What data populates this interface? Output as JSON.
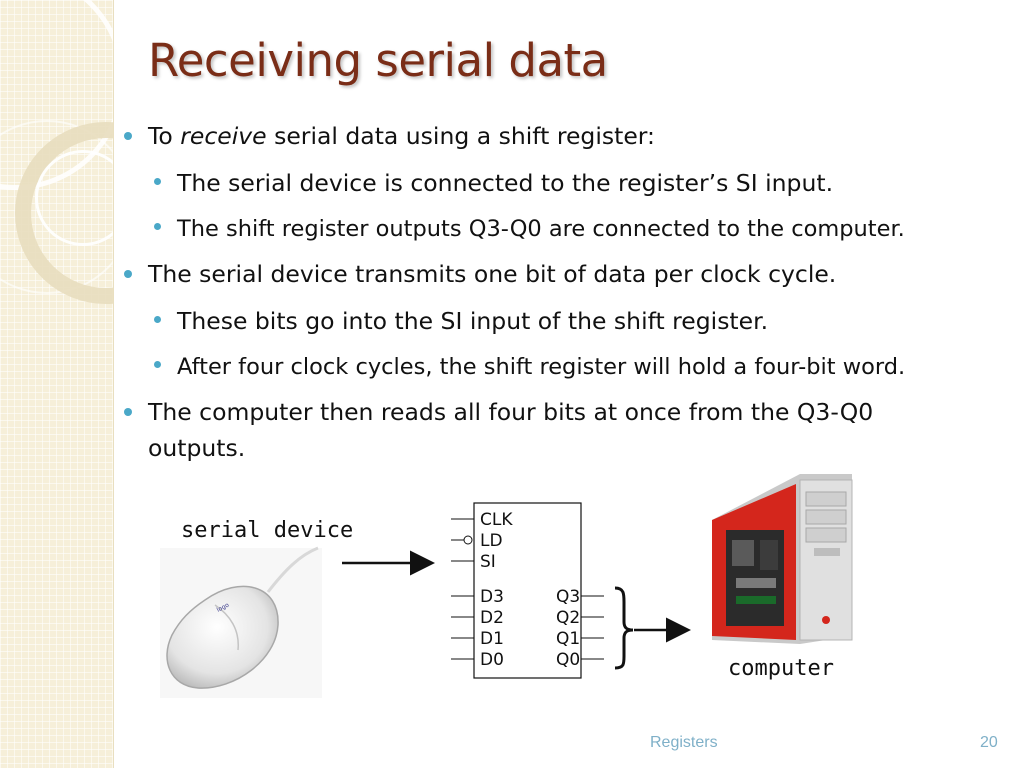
{
  "slide": {
    "title": "Receiving serial data",
    "bullets": [
      {
        "parts": [
          "To ",
          "receive",
          " serial data using a shift register:"
        ]
      },
      {
        "text": "The serial device is connected to the register’s SI input."
      },
      {
        "text": "The shift register outputs Q3-Q0 are connected to the computer."
      },
      {
        "text": "The serial device transmits one bit of data per clock cycle."
      },
      {
        "text": "These bits go into the SI input of the shift register."
      },
      {
        "text": "After four clock cycles, the shift register will hold a four-bit word."
      },
      {
        "text": "The computer then reads all four bits at once from the Q3-Q0 outputs."
      }
    ]
  },
  "diagram": {
    "serial_device_label": "serial device",
    "computer_label": "computer",
    "register": {
      "control_inputs": [
        "CLK",
        "LD",
        "SI"
      ],
      "data_inputs": [
        "D3",
        "D2",
        "D1",
        "D0"
      ],
      "outputs": [
        "Q3",
        "Q2",
        "Q1",
        "Q0"
      ]
    }
  },
  "footer": {
    "section": "Registers",
    "page_number": "20"
  },
  "colors": {
    "title": "#7a2d17",
    "bullet_marker": "#4aa8c8",
    "footer_text": "#7fb0c8",
    "sidebar": "#f6efd9",
    "computer_case": "#d4261c"
  },
  "icons": [
    "mouse-illustration",
    "computer-tower-illustration",
    "brace-icon",
    "arrow-icon"
  ]
}
